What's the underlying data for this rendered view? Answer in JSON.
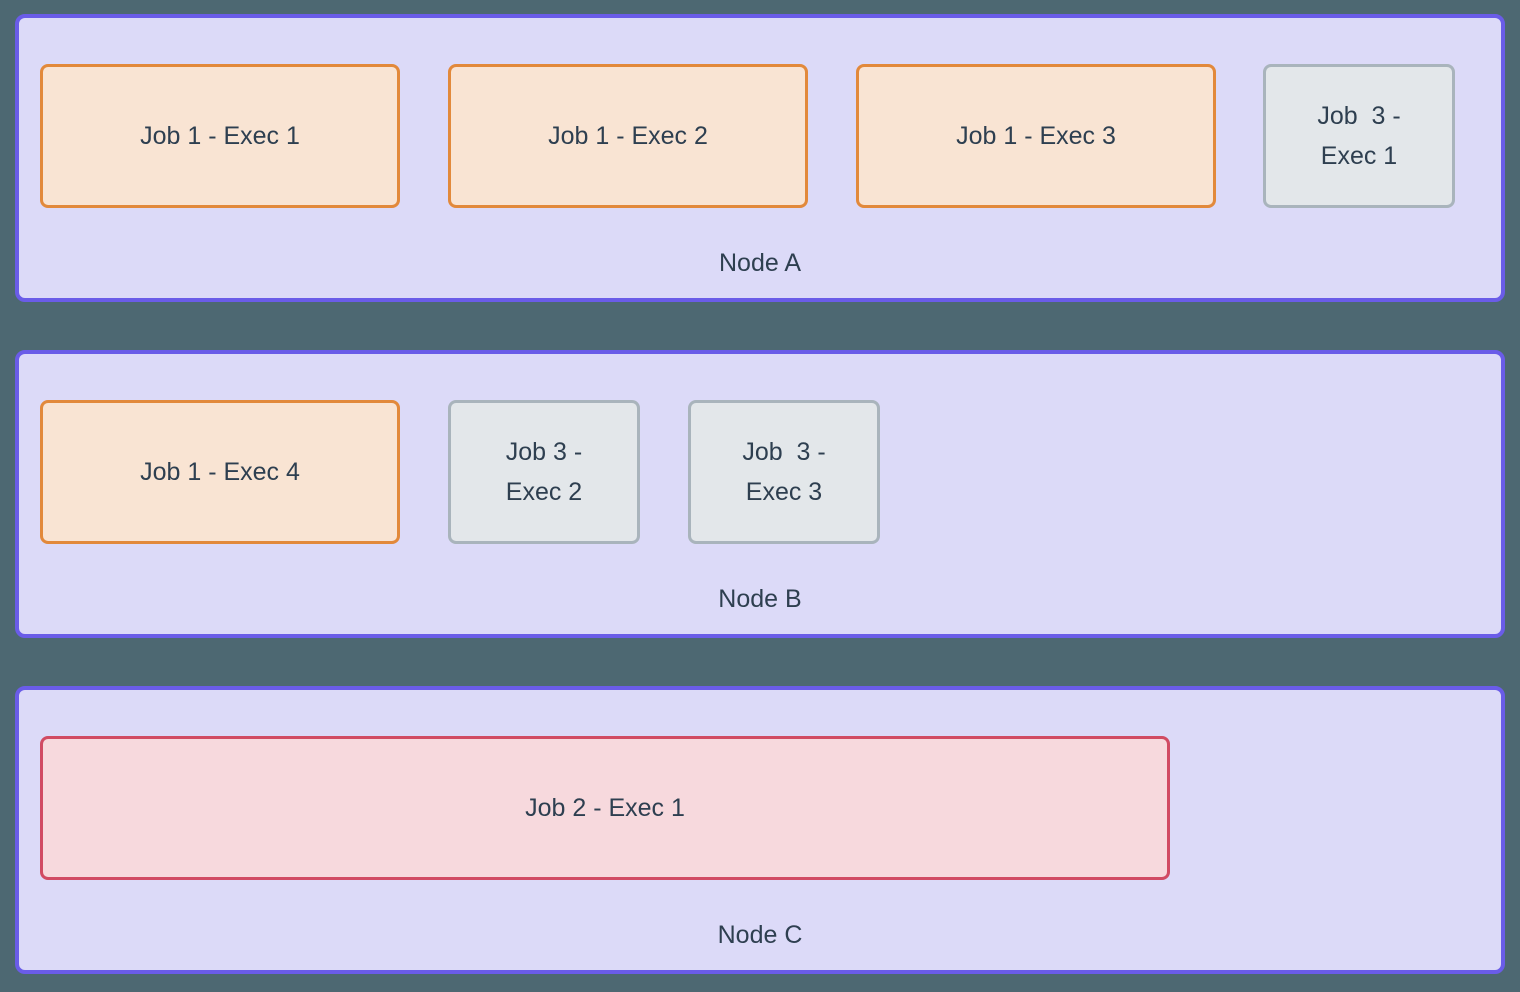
{
  "colors": {
    "background": "#4d6872",
    "node_fill": "#dcdaf8",
    "node_border": "#6a5ce8",
    "job1_fill": "#f9e4d3",
    "job1_border": "#e2893b",
    "job2_fill": "#f7d9dd",
    "job2_border": "#d14b63",
    "job3_fill": "#e3e7ea",
    "job3_border": "#a9b4bc",
    "text": "#2e3f50"
  },
  "diagram": {
    "nodes": [
      {
        "label": "Node A",
        "executors": [
          {
            "label": "Job 1 - Exec 1",
            "job": "job1"
          },
          {
            "label": "Job 1 - Exec 2",
            "job": "job1"
          },
          {
            "label": "Job 1 - Exec 3",
            "job": "job1"
          },
          {
            "label": "Job  3 -\nExec 1",
            "job": "job3"
          }
        ]
      },
      {
        "label": "Node B",
        "executors": [
          {
            "label": "Job 1 - Exec 4",
            "job": "job1"
          },
          {
            "label": "Job 3 -\nExec 2",
            "job": "job3"
          },
          {
            "label": "Job  3 -\nExec 3",
            "job": "job3"
          }
        ]
      },
      {
        "label": "Node C",
        "executors": [
          {
            "label": "Job 2 - Exec 1",
            "job": "job2"
          }
        ]
      }
    ]
  }
}
